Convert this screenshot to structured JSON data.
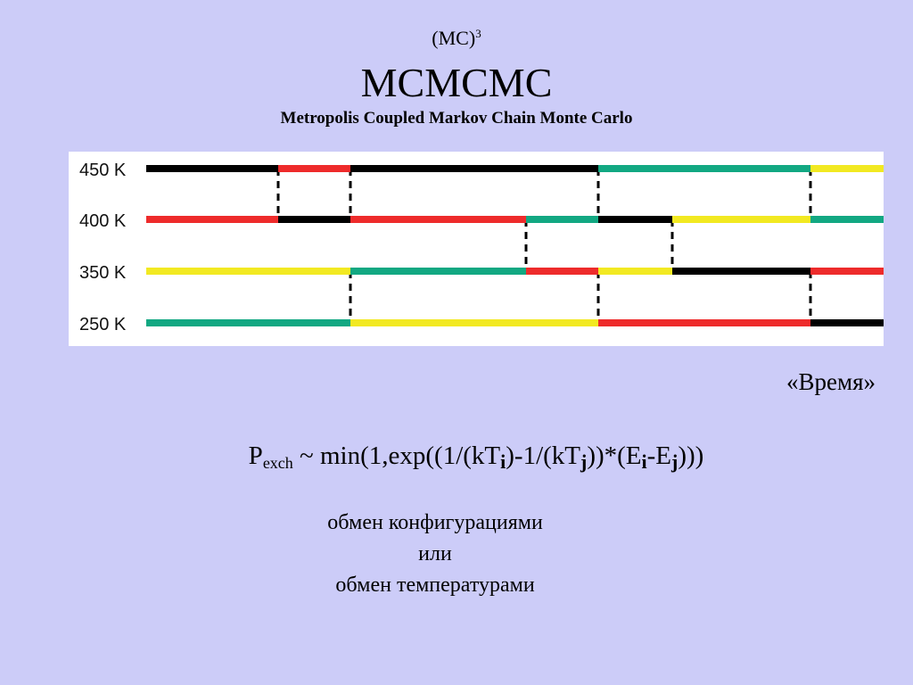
{
  "header": {
    "mc_base": "(MC)",
    "mc_exp": "3",
    "title": "MCMCMC",
    "subtitle": "Metropolis Coupled Markov Chain Monte Carlo"
  },
  "colors": {
    "background": "#ccccf8",
    "black": "#000000",
    "red": "#ee2b2b",
    "green": "#12a882",
    "yellow": "#f2e922"
  },
  "chart_data": {
    "type": "diagram",
    "temperatures": [
      "450 K",
      "400 K",
      "350 K",
      "250 K"
    ],
    "time_label": "«Время»",
    "swap_times": [
      1,
      2,
      3,
      4,
      5,
      6
    ],
    "segments": {
      "450 K": [
        "black",
        "red",
        "black",
        "black",
        "green",
        "green",
        "yellow"
      ],
      "400 K": [
        "red",
        "black",
        "red",
        "green",
        "black",
        "yellow",
        "green"
      ],
      "350 K": [
        "yellow",
        "yellow",
        "green",
        "red",
        "yellow",
        "black",
        "red"
      ],
      "250 K": [
        "green",
        "green",
        "yellow",
        "yellow",
        "red",
        "red",
        "black"
      ]
    },
    "swaps": [
      {
        "time": 1,
        "pair": [
          "450 K",
          "400 K"
        ]
      },
      {
        "time": 2,
        "pair": [
          "450 K",
          "400 K"
        ]
      },
      {
        "time": 2,
        "pair": [
          "350 K",
          "250 K"
        ]
      },
      {
        "time": 3,
        "pair": [
          "400 K",
          "350 K"
        ]
      },
      {
        "time": 4,
        "pair": [
          "450 K",
          "400 K"
        ]
      },
      {
        "time": 4,
        "pair": [
          "350 K",
          "250 K"
        ]
      },
      {
        "time": 5,
        "pair": [
          "400 K",
          "350 K"
        ]
      },
      {
        "time": 6,
        "pair": [
          "450 K",
          "400 K"
        ]
      },
      {
        "time": 6,
        "pair": [
          "350 K",
          "250 K"
        ]
      }
    ]
  },
  "formula": {
    "p": "P",
    "p_sub": "exch",
    "part1": " ~ min(1,exp((1/(kT",
    "sub_i1": "i",
    "part2": ")-1/(kT",
    "sub_j1": "j",
    "part3": "))*(E",
    "sub_i2": "i",
    "part4": "-E",
    "sub_j2": "j",
    "part5": ")))"
  },
  "notes": {
    "line1": "обмен конфигурациями",
    "line2": "или",
    "line3": "обмен температурами"
  }
}
